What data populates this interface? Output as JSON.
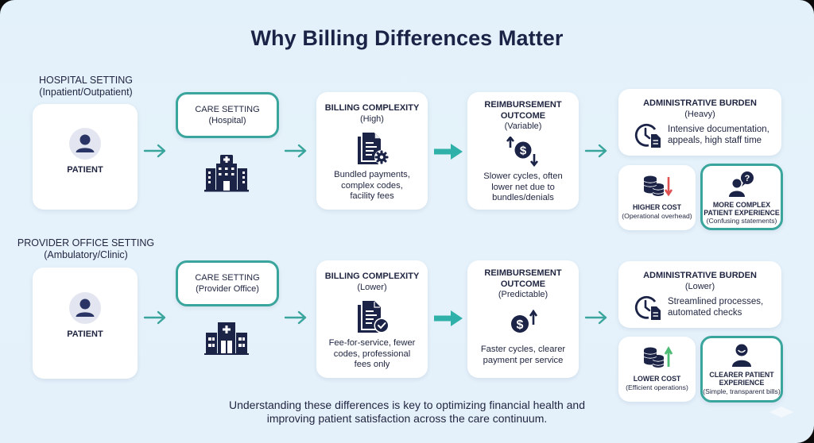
{
  "title": "Why Billing Differences Matter",
  "colors": {
    "navy": "#1b2347",
    "teal": "#3aa59c",
    "red": "#e05252",
    "green": "#4cbc74",
    "background": "#e4f1fa"
  },
  "rows": [
    {
      "setting_label": "HOSPITAL SETTING",
      "setting_sub": "(Inpatient/Outpatient)",
      "patient": {
        "label": "PATIENT",
        "icon": "user-avatar-icon"
      },
      "care_setting": {
        "title": "CARE SETTING",
        "sub": "(Hospital)",
        "icon": "hospital-building-icon"
      },
      "billing": {
        "title": "BILLING COMPLEXITY",
        "sub": "(High)",
        "icon": "document-gear-icon",
        "desc": [
          "Bundled payments,",
          "complex codes,",
          "facility fees"
        ]
      },
      "reimbursement": {
        "title1": "REIMBURSEMENT",
        "title2": "OUTCOME",
        "sub": "(Variable)",
        "icon": "dollar-up-down-icon",
        "desc": [
          "Slower cycles, often",
          "lower net due to",
          "bundles/denials"
        ]
      },
      "admin": {
        "title": "ADMINISTRATIVE BURDEN",
        "sub": "(Heavy)",
        "icon": "clock-document-icon",
        "desc": [
          "Intensive documentation,",
          "appeals, high staff time"
        ]
      },
      "cost": {
        "title": "HIGHER COST",
        "sub": "(Operational overhead)",
        "icon": "coins-down-arrow-icon"
      },
      "experience": {
        "title1": "MORE COMPLEX",
        "title2": "PATIENT EXPERIENCE",
        "sub": "(Confusing statements)",
        "icon": "person-question-icon"
      }
    },
    {
      "setting_label": "PROVIDER OFFICE SETTING",
      "setting_sub": "(Ambulatory/Clinic)",
      "patient": {
        "label": "PATIENT",
        "icon": "user-avatar-icon"
      },
      "care_setting": {
        "title": "CARE SETTING",
        "sub": "(Provider Office)",
        "icon": "clinic-building-icon"
      },
      "billing": {
        "title": "BILLING COMPLEXITY",
        "sub": "(Lower)",
        "icon": "document-check-icon",
        "desc": [
          "Fee-for-service, fewer",
          "codes, professional",
          "fees only"
        ]
      },
      "reimbursement": {
        "title1": "REIMBURSEMENT",
        "title2": "OUTCOME",
        "sub": "(Predictable)",
        "icon": "dollar-up-icon",
        "desc": [
          "Faster cycles, clearer",
          "payment per service"
        ]
      },
      "admin": {
        "title": "ADMINISTRATIVE BURDEN",
        "sub": "(Lower)",
        "icon": "clock-document-icon",
        "desc": [
          "Streamlined processes,",
          "automated checks"
        ]
      },
      "cost": {
        "title": "LOWER COST",
        "sub": "(Efficient operations)",
        "icon": "coins-up-arrow-icon"
      },
      "experience": {
        "title1": "CLEARER PATIENT",
        "title2": "EXPERIENCE",
        "sub": "(Simple, transparent bills)",
        "icon": "person-smile-icon"
      }
    }
  ],
  "footer": {
    "line1": "Understanding these differences is key to optimizing financial health and",
    "line2": "improving patient satisfaction across the care continuum."
  }
}
